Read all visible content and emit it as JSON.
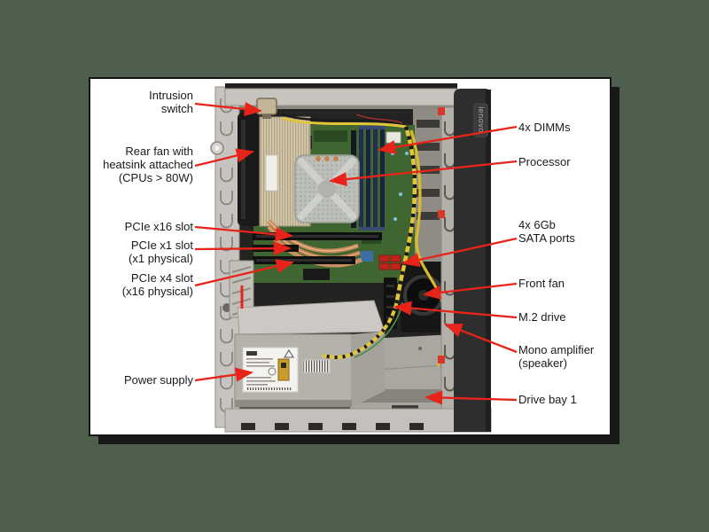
{
  "page": {
    "background_color": "#4e5f4e",
    "card_background": "#ffffff",
    "card_border_color": "#161616",
    "card_shadow_color": "#181818"
  },
  "annotation": {
    "arrow_color": "#e8231a",
    "text_color": "#1a1a1a"
  },
  "photo": {
    "subject": "Tower computer internal side view with cover removed",
    "brand_badge": "lenovo",
    "colors": {
      "chassis_gray": "#c7c4bf",
      "interior_black": "#232321",
      "motherboard_green": "#3f6630",
      "cpu_heatsink_silver": "#bfc2bb",
      "rear_heatsink_beige": "#d3c6ab",
      "heatpipe_copper": "#c4875a",
      "cable_yellow": "#e2c63a",
      "sata_red": "#c0231b",
      "bezel_black": "#2e2e2e"
    }
  },
  "labels": [
    {
      "id": "intrusion-switch",
      "side": "left",
      "text": "Intrusion\nswitch"
    },
    {
      "id": "rear-fan",
      "side": "left",
      "text": "Rear fan with\nheatsink attached\n(CPUs > 80W)"
    },
    {
      "id": "pcie-x16-slot",
      "side": "left",
      "text": "PCIe x16 slot"
    },
    {
      "id": "pcie-x1-slot",
      "side": "left",
      "text": "PCIe x1 slot\n(x1 physical)"
    },
    {
      "id": "pcie-x4-slot",
      "side": "left",
      "text": "PCIe x4 slot\n(x16 physical)"
    },
    {
      "id": "power-supply",
      "side": "left",
      "text": "Power supply"
    },
    {
      "id": "dimms",
      "side": "right",
      "text": "4x DIMMs"
    },
    {
      "id": "processor",
      "side": "right",
      "text": "Processor"
    },
    {
      "id": "sata-ports",
      "side": "right",
      "text": "4x 6Gb\nSATA ports"
    },
    {
      "id": "front-fan",
      "side": "right",
      "text": "Front fan"
    },
    {
      "id": "m2-drive",
      "side": "right",
      "text": "M.2 drive"
    },
    {
      "id": "mono-amplifier",
      "side": "right",
      "text": "Mono amplifier\n(speaker)"
    },
    {
      "id": "drive-bay-1",
      "side": "right",
      "text": "Drive bay 1"
    }
  ]
}
